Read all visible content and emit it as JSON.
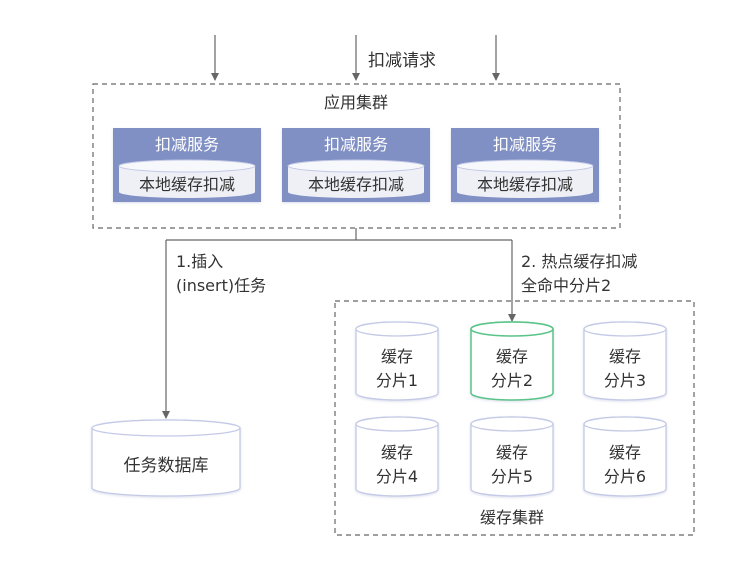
{
  "top_label": "扣减请求",
  "app_cluster": {
    "title": "应用集群",
    "services": [
      {
        "title": "扣减服务",
        "cache": "本地缓存扣减"
      },
      {
        "title": "扣减服务",
        "cache": "本地缓存扣减"
      },
      {
        "title": "扣减服务",
        "cache": "本地缓存扣减"
      }
    ]
  },
  "step1": {
    "line1": "1.插入",
    "line2": "(insert)任务"
  },
  "step2": {
    "line1": "2. 热点缓存扣减",
    "line2": "全命中分片2"
  },
  "task_db": {
    "label": "任务数据库"
  },
  "cache_cluster": {
    "title": "缓存集群",
    "shards": [
      {
        "line1": "缓存",
        "line2": "分片1",
        "highlight": false
      },
      {
        "line1": "缓存",
        "line2": "分片2",
        "highlight": true
      },
      {
        "line1": "缓存",
        "line2": "分片3",
        "highlight": false
      },
      {
        "line1": "缓存",
        "line2": "分片4",
        "highlight": false
      },
      {
        "line1": "缓存",
        "line2": "分片5",
        "highlight": false
      },
      {
        "line1": "缓存",
        "line2": "分片6",
        "highlight": false
      }
    ]
  },
  "colors": {
    "service_fill": "#8190c4",
    "service_inner": "#eef0f6",
    "cylinder_stroke": "#c3c9e6",
    "highlight_stroke": "#58c487",
    "dash": "#666666",
    "arrow": "#666666",
    "text": "#333333"
  }
}
